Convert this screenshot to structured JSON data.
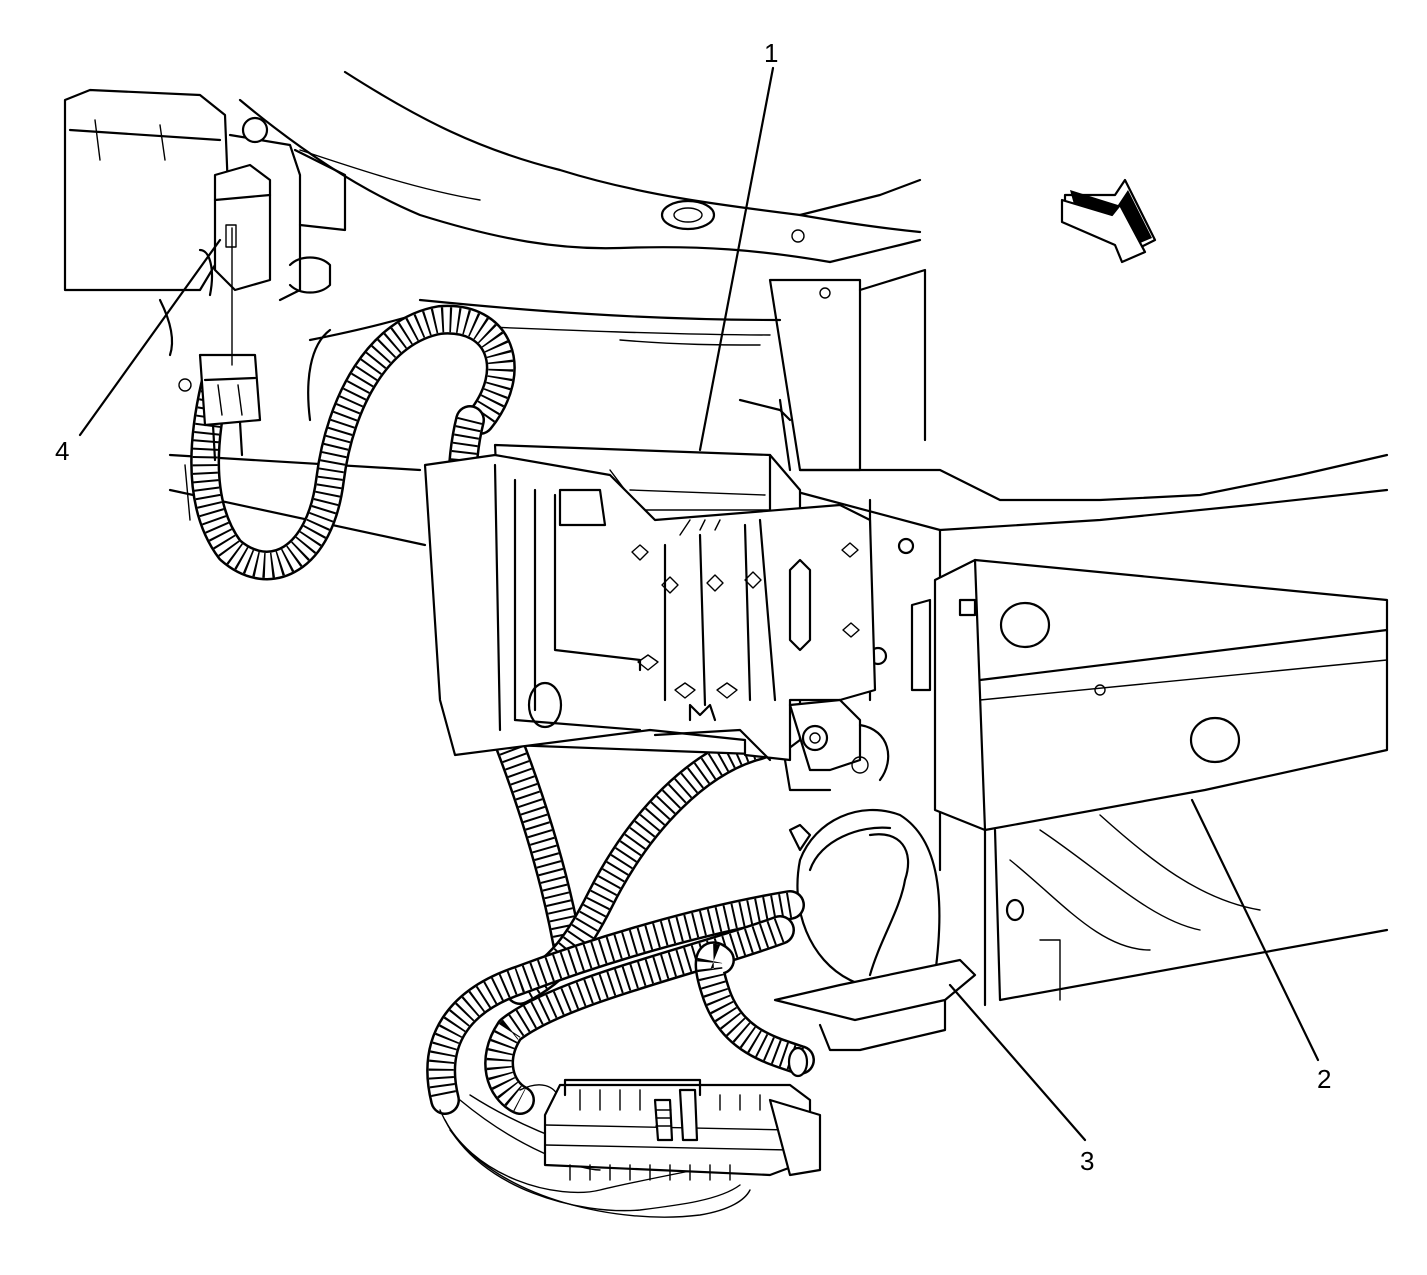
{
  "callouts": [
    {
      "id": "1",
      "label": "1"
    },
    {
      "id": "2",
      "label": "2"
    },
    {
      "id": "3",
      "label": "3"
    },
    {
      "id": "4",
      "label": "4"
    }
  ],
  "colors": {
    "line": "#000000",
    "background": "#ffffff"
  },
  "icons": [
    "direction-arrow-icon"
  ]
}
